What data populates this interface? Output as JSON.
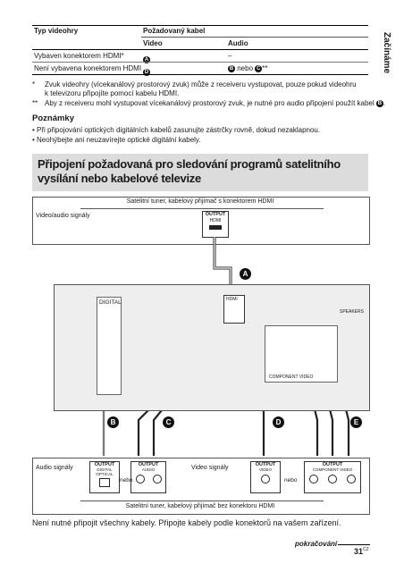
{
  "side_tab": "Začínáme",
  "table": {
    "col_type": "Typ videohry",
    "col_cable": "Požadovaný kabel",
    "sub_video": "Video",
    "sub_audio": "Audio",
    "rows": [
      {
        "type": "Vybaven konektorem HDMI*",
        "video": "A",
        "audio": "–",
        "audio_extra": ""
      },
      {
        "type": "Není vybavena konektorem HDMI",
        "video": "D",
        "audio": "B",
        "audio_extra": "nebo",
        "audio_c": "C",
        "audio_suffix": "**"
      }
    ]
  },
  "footnotes": [
    {
      "mark": "*",
      "text": "Zvuk videohry (vícekanálový prostorový zvuk) může z receiveru vystupovat, pouze pokud videohru",
      "text2": "k televizoru připojíte pomocí kabelu HDMI."
    },
    {
      "mark": "**",
      "text": "Aby z receiveru mohl vystupovat vícekanálový prostorový zvuk, je nutné pro audio připojení použít kabel",
      "badge": "B",
      "end": "."
    }
  ],
  "notes": {
    "title": "Poznámky",
    "items": [
      "Při připojování optických digitálních kabelů zasunujte zástrčky rovně, dokud nezaklapnou.",
      "Neohýbejte ani neuzavírejte optické digitální kabely."
    ]
  },
  "section_heading": "Připojení požadovaná pro sledování programů satelitního vysílání nebo kabelové televize",
  "diagram": {
    "top_box_title": "Satelitní tuner, kabelový přijímač s konektorem HDMI",
    "top_left_label": "Video/audio signály",
    "output_label": "OUTPUT",
    "hdmi_label": "HDMI",
    "cable_labels": [
      "A",
      "B",
      "C",
      "D",
      "E"
    ],
    "receiver_labels": {
      "digital": "DIGITAL",
      "component": "COMPONENT VIDEO",
      "hdmi": "HDMI",
      "speakers": "SPEAKERS"
    },
    "bottom_left_label": "Audio signály",
    "bottom_mid_label": "Video signály",
    "out1": {
      "title": "OUTPUT",
      "sub": "DIGITAL OPTICAL"
    },
    "out2": {
      "title": "OUTPUT",
      "sub": "AUDIO"
    },
    "out3": {
      "title": "OUTPUT",
      "sub": "VIDEO"
    },
    "out4": {
      "title": "OUTPUT",
      "sub": "COMPONENT VIDEO"
    },
    "or1": "nebo",
    "or2": "nebo",
    "bottom_caption": "Satelitní tuner, kabelový přijímač bez konektoru HDMI"
  },
  "footer_text": "Není nutné připojit všechny kabely. Připojte kabely podle konektorů na vašem zařízení.",
  "continued": "pokračování",
  "page_number": "31",
  "page_suffix": "CZ"
}
